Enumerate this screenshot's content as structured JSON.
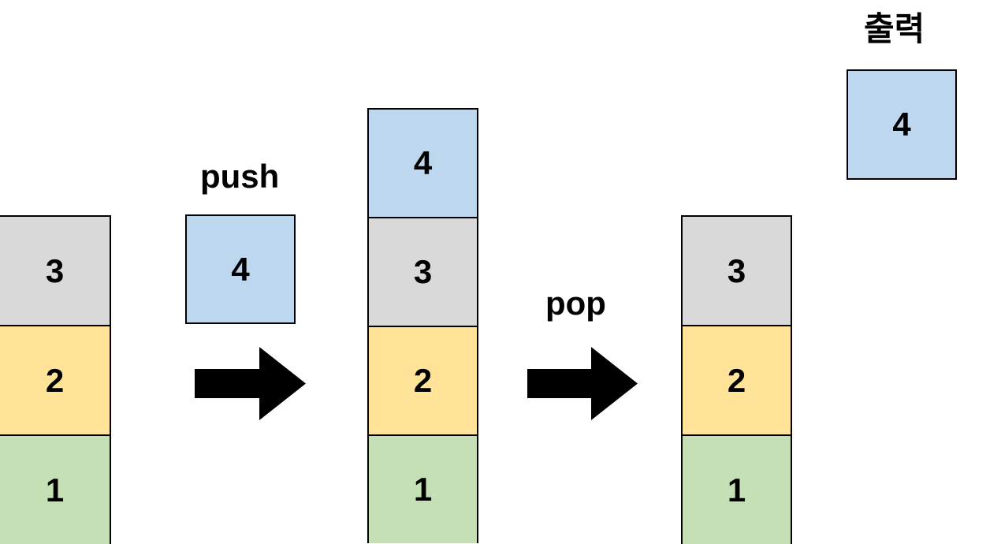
{
  "diagram": {
    "title_label": "출력",
    "colors": {
      "gray": "#d9d9d9",
      "yellow": "#ffe399",
      "green": "#c5e0b4",
      "blue": "#bdd7ee",
      "border": "#000000",
      "arrow": "#000000",
      "background": "#ffffff"
    },
    "operations": {
      "push_label": "push",
      "pop_label": "pop"
    },
    "stack_initial": {
      "name": "initial-stack",
      "cells": [
        {
          "value": "3",
          "color": "gray"
        },
        {
          "value": "2",
          "color": "yellow"
        },
        {
          "value": "1",
          "color": "green"
        }
      ]
    },
    "push_item": {
      "value": "4",
      "color": "blue"
    },
    "stack_after_push": {
      "name": "stack-after-push",
      "cells": [
        {
          "value": "4",
          "color": "blue"
        },
        {
          "value": "3",
          "color": "gray"
        },
        {
          "value": "2",
          "color": "yellow"
        },
        {
          "value": "1",
          "color": "green"
        }
      ]
    },
    "stack_after_pop": {
      "name": "stack-after-pop",
      "cells": [
        {
          "value": "3",
          "color": "gray"
        },
        {
          "value": "2",
          "color": "yellow"
        },
        {
          "value": "1",
          "color": "green"
        }
      ]
    },
    "output_item": {
      "value": "4",
      "color": "blue"
    },
    "arrows": [
      {
        "name": "push-arrow",
        "direction": "right"
      },
      {
        "name": "pop-arrow",
        "direction": "right"
      }
    ]
  }
}
